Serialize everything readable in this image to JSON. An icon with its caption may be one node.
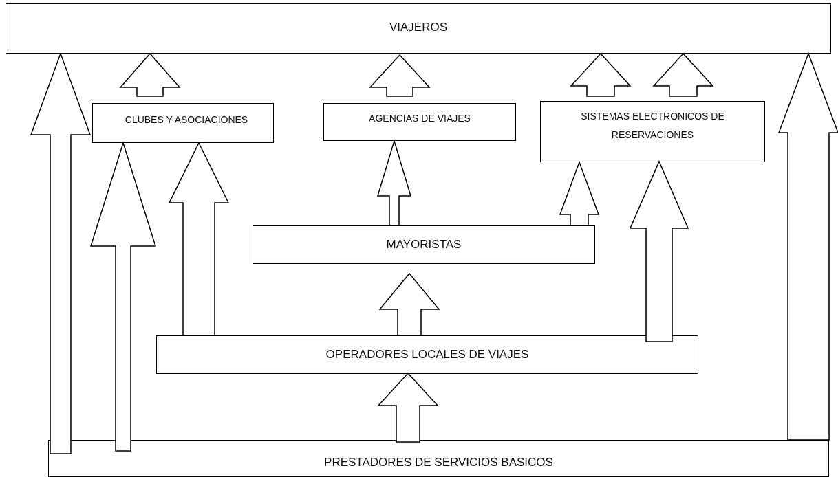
{
  "diagram": {
    "nodes": [
      {
        "text": [
          "VIAJEROS"
        ]
      },
      {
        "text": [
          "CLUBES Y ASOCIACIONES"
        ]
      },
      {
        "text": [
          "AGENCIAS DE VIAJES"
        ]
      },
      {
        "text": [
          "SISTEMAS ELECTRONICOS DE RESERVACIONES"
        ]
      },
      {
        "text": [
          "MAYORISTAS"
        ]
      },
      {
        "text": [
          "OPERADORES LOCALES DE VIAJES"
        ]
      },
      {
        "text": [
          "PRESTADORES DE SERVICIOS BASICOS"
        ]
      }
    ],
    "edges": [
      {
        "from": 6,
        "to": 0,
        "arrow": "to"
      },
      {
        "from": 1,
        "to": 0,
        "arrow": "to"
      },
      {
        "from": 2,
        "to": 0,
        "arrow": "to"
      },
      {
        "from": 3,
        "to": 0,
        "arrow": "to"
      },
      {
        "from": 3,
        "to": 0,
        "arrow": "to"
      },
      {
        "from": 6,
        "to": 0,
        "arrow": "to"
      },
      {
        "from": 6,
        "to": 1,
        "arrow": "to"
      },
      {
        "from": 5,
        "to": 1,
        "arrow": "to"
      },
      {
        "from": 4,
        "to": 2,
        "arrow": "to"
      },
      {
        "from": 4,
        "to": 3,
        "arrow": "to"
      },
      {
        "from": 5,
        "to": 4,
        "arrow": "to"
      },
      {
        "from": 5,
        "to": 3,
        "arrow": "to"
      },
      {
        "from": 6,
        "to": 5,
        "arrow": "to"
      }
    ]
  }
}
